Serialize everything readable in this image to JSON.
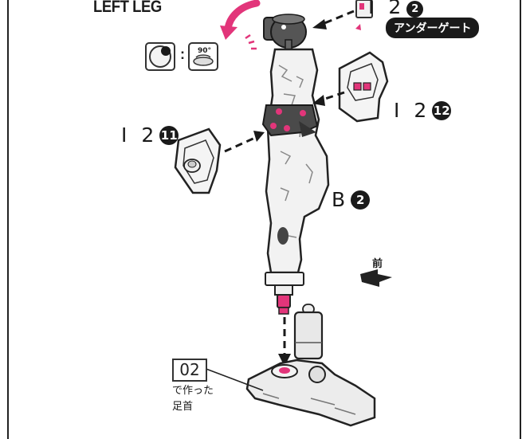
{
  "title": "LEFT LEG",
  "labels": {
    "top_part": {
      "prefix": "I 2",
      "number": "2"
    },
    "right_part": {
      "prefix": "I 2",
      "number": "12"
    },
    "left_part": {
      "prefix": "I 2",
      "number": "11"
    },
    "body_part": {
      "prefix": "B",
      "number": "2"
    }
  },
  "underside_gate_badge": "アンダーゲート",
  "rotation_hint": {
    "angle": "90°"
  },
  "front_direction": "前",
  "reference": {
    "step": "02",
    "note_line1": "で作った",
    "note_line2": "足首"
  },
  "colors": {
    "accent_pink": "#e2357a",
    "ink": "#1a1a1a",
    "part_gray": "#e9e9e9",
    "part_dark": "#555555"
  },
  "icons": [
    "rotate-arrow-icon",
    "dot-circle-icon",
    "rotate-90-icon",
    "direction-arrow-icon"
  ]
}
